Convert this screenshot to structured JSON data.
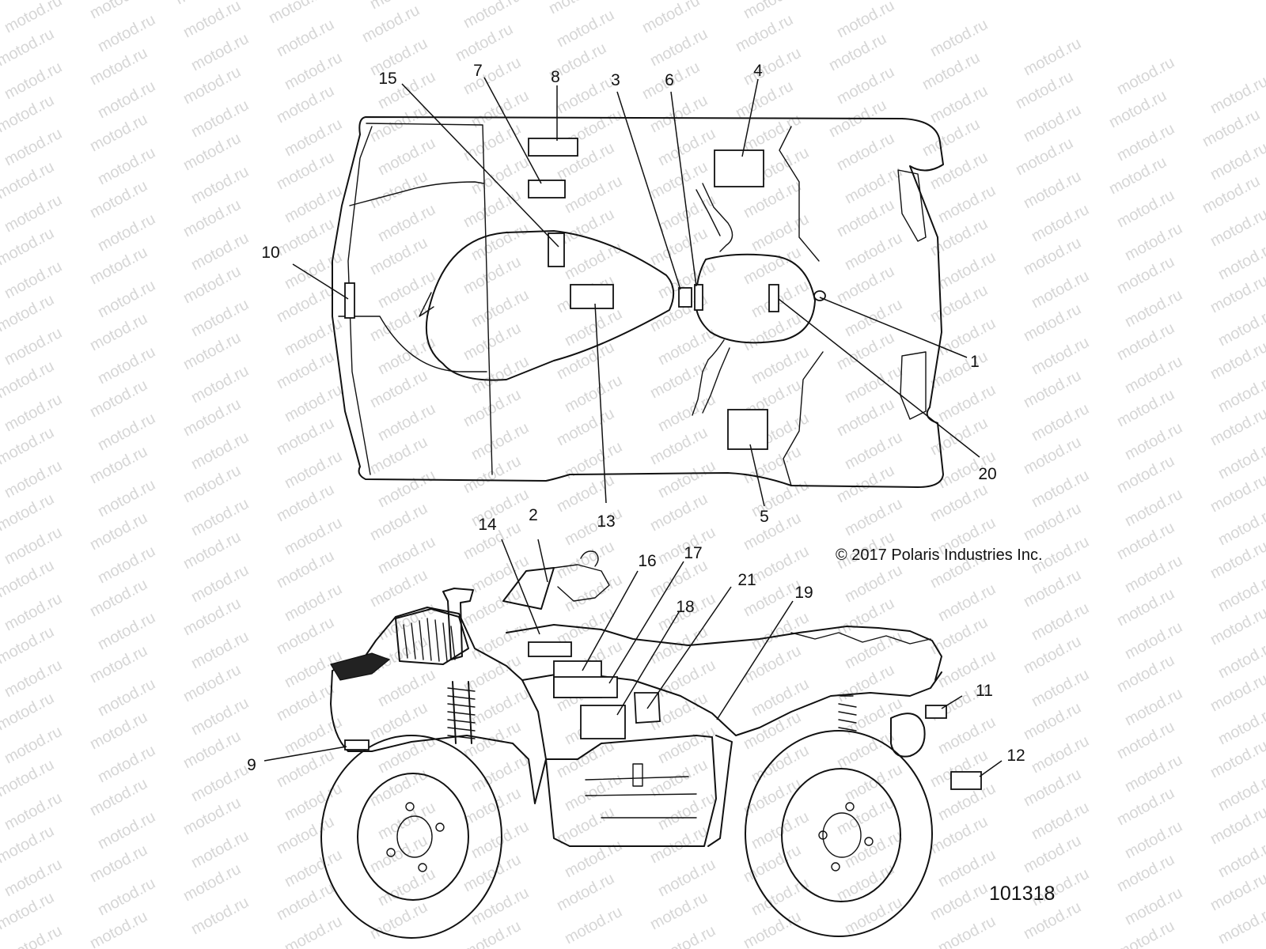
{
  "watermark": {
    "text": "motod.ru"
  },
  "callouts": [
    "1",
    "2",
    "3",
    "4",
    "5",
    "6",
    "7",
    "8",
    "9",
    "10",
    "11",
    "12",
    "13",
    "14",
    "15",
    "16",
    "17",
    "18",
    "19",
    "20",
    "21"
  ],
  "copyright": "© 2017 Polaris Industries Inc.",
  "drawing_number": "101318"
}
